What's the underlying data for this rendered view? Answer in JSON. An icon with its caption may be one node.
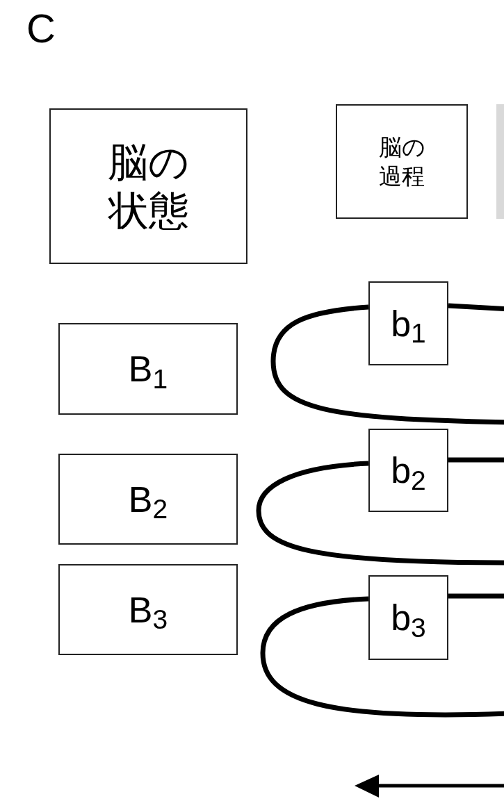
{
  "diagram": {
    "title": "C",
    "nodes": [
      {
        "text": [
          "脳の状態"
        ]
      },
      {
        "text": [
          "脳の過程"
        ]
      },
      {
        "text": [],
        "shape": "box"
      },
      {
        "text": [
          "B$_{1}$"
        ]
      },
      {
        "text": [
          "B$_{2}$"
        ]
      },
      {
        "text": [
          "B$_{3}$"
        ]
      },
      {
        "text": [
          "b$_{1}$"
        ]
      },
      {
        "text": [
          "b$_{2}$"
        ]
      },
      {
        "text": [
          "b$_{3}$"
        ]
      }
    ]
  }
}
